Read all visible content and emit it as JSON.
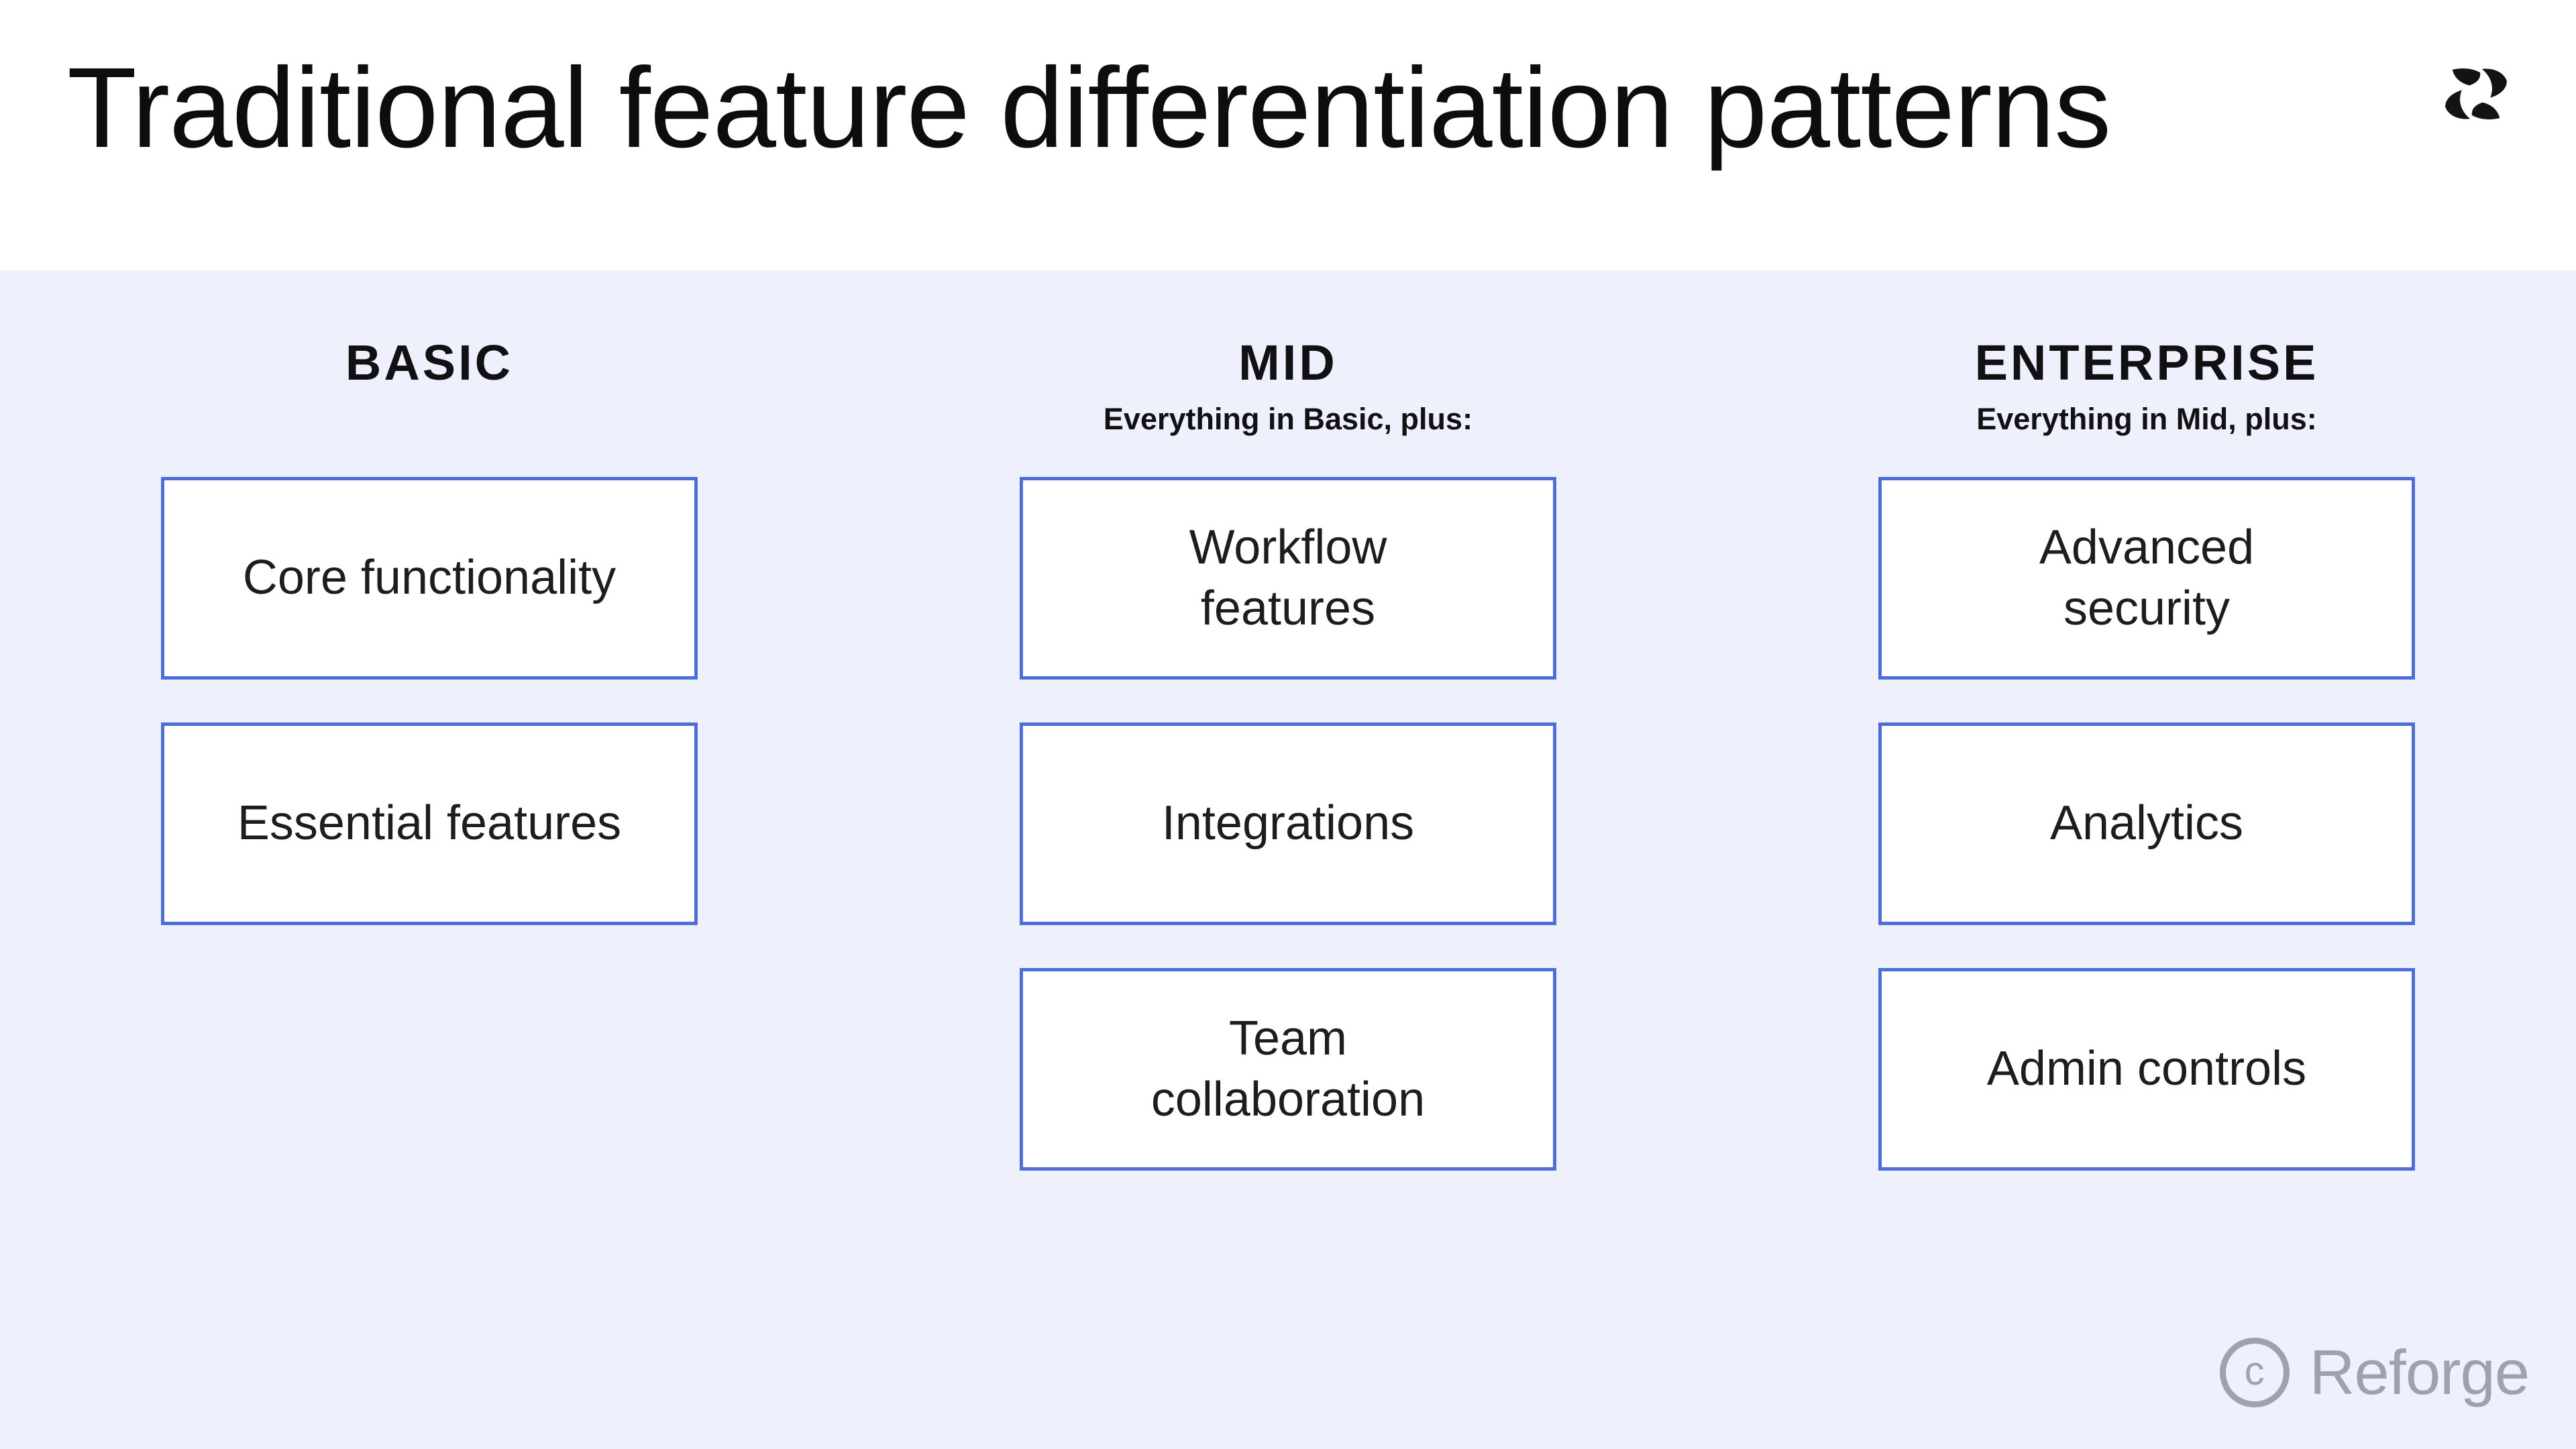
{
  "title": "Traditional feature differentiation patterns",
  "logo": {
    "name": "reforge-mark"
  },
  "columns": [
    {
      "id": "basic",
      "label": "BASIC",
      "subtitle": "",
      "items": [
        "Core functionality",
        "Essential features"
      ]
    },
    {
      "id": "mid",
      "label": "MID",
      "subtitle": "Everything in Basic, plus:",
      "items": [
        "Workflow\nfeatures",
        "Integrations",
        "Team\ncollaboration"
      ]
    },
    {
      "id": "enterprise",
      "label": "ENTERPRISE",
      "subtitle": "Everything in Mid, plus:",
      "items": [
        "Advanced\nsecurity",
        "Analytics",
        "Admin controls"
      ]
    }
  ],
  "watermark": {
    "symbol": "c",
    "label": "Reforge"
  },
  "colors": {
    "background": "#EEF0FC",
    "header_background": "#FFFFFF",
    "box_border": "#4D6DD7",
    "box_background": "#FFFFFF",
    "text": "#131316",
    "watermark": "#9EA2AD"
  }
}
